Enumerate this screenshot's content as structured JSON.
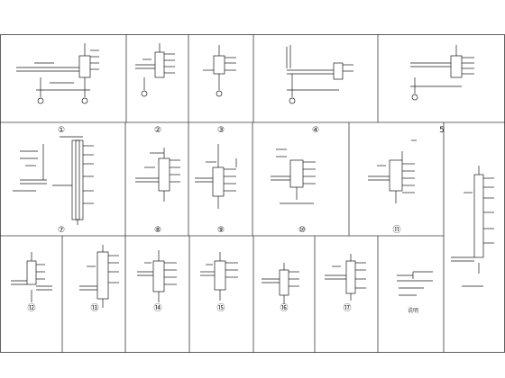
{
  "sheet": {
    "detail_numbers": [
      "①",
      "②",
      "③",
      "④",
      "5",
      "⑦",
      "⑧",
      "⑨",
      "⑩",
      "⑪",
      "⑫",
      "⑬",
      "⑭",
      "⑮",
      "⑯",
      "⑰"
    ],
    "legend_note": "说明"
  },
  "colors": {
    "line": "#1a1a1a",
    "grid": "#3a3a3a",
    "background": "#ffffff"
  }
}
